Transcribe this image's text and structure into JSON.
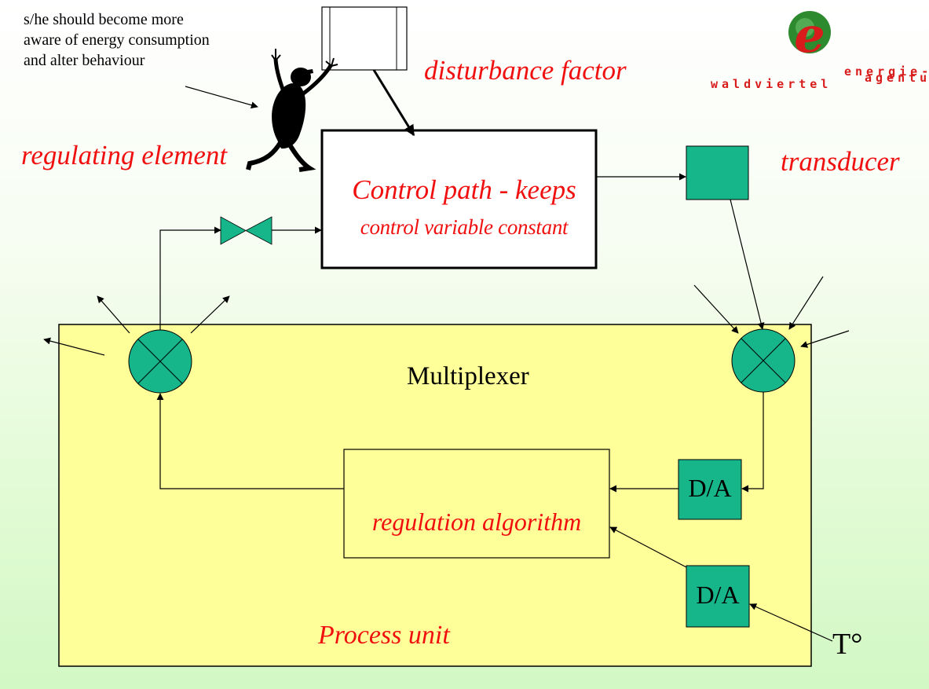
{
  "note": {
    "lines": [
      "s/he should become more",
      "aware of energy consumption",
      "and alter behaviour"
    ]
  },
  "labels": {
    "disturbance": "disturbance factor",
    "regulating": "regulating element",
    "transducer": "transducer",
    "control_path_line1": "Control path - keeps",
    "control_path_line2": "control variable constant",
    "multiplexer": "Multiplexer",
    "algorithm": "regulation algorithm",
    "process_unit": "Process unit",
    "da_top": "D/A",
    "da_bottom": "D/A",
    "temperature": "T°"
  },
  "logo": {
    "line1": "energie-",
    "line2": "agentur",
    "line3": "waldviertel",
    "letter": "e"
  },
  "colors": {
    "accent_red": "#f01010",
    "element_green": "#16b58a",
    "process_yellow": "#ffff99",
    "logo_green": "#2e8a2e",
    "logo_red": "#d81c1c"
  }
}
